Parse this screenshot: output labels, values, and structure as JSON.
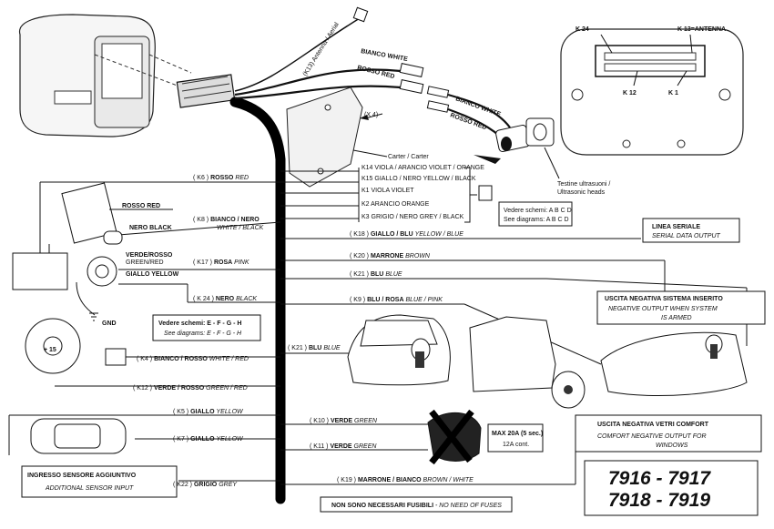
{
  "top": {
    "antenna": "(K13) Antenna / Aerial",
    "white": "BIANCO WHITE",
    "red": "ROSSO RED",
    "x4": "(X 4)",
    "white2": "BIANCO WHITE",
    "red2": "ROSSO RED",
    "carter": "Carter / Carter",
    "heads1": "Testine ultrasuoni /",
    "heads2": "Ultrasonic heads"
  },
  "connector": {
    "k24": "K 24",
    "k13": "K 13=ANTENNA",
    "k12": "K 12",
    "k1": "K 1"
  },
  "bundle": {
    "k14": "K14 VIOLA / ARANCIO VIOLET / ORANGE",
    "k15": "K15 GIALLO / NERO YELLOW / BLACK",
    "k1": "K1 VIOLA VIOLET",
    "k2": "K2 ARANCIO ORANGE",
    "k3": "K3 GRIGIO / NERO GREY / BLACK",
    "see1": "Vedere schemi: A B C D",
    "see2": "See diagrams: A B C D"
  },
  "left_wires": [
    {
      "code": "( K6 )",
      "it": "ROSSO",
      "en": "RED"
    },
    {
      "code": "( K8 )",
      "it": "BIANCO / NERO",
      "en": "WHITE / BLACK"
    },
    {
      "code": "( K17 )",
      "it": "ROSA",
      "en": "PINK"
    },
    {
      "code": "( K 24 )",
      "it": "NERO",
      "en": "BLACK"
    },
    {
      "code": "( K4 )",
      "it": "BIANCO / ROSSO",
      "en": "WHITE / RED"
    },
    {
      "code": "( K12 )",
      "it": "VERDE / ROSSO",
      "en": "GREEN / RED"
    },
    {
      "code": "( K5 )",
      "it": "GIALLO",
      "en": "YELLOW"
    },
    {
      "code": "( K7 )",
      "it": "GIALLO",
      "en": "YELLOW"
    },
    {
      "code": "( K22 )",
      "it": "GRIGIO",
      "en": "GREY"
    }
  ],
  "left_device_labels": {
    "rosso": "ROSSO RED",
    "nero": "NERO BLACK",
    "verde_rosso": "VERDE/ROSSO",
    "green_red": "GREEN/RED",
    "giallo": "GIALLO YELLOW",
    "gnd": "GND",
    "plus15": "+ 15"
  },
  "right_wires": [
    {
      "code": "( K18 )",
      "it": "GIALLO / BLU",
      "en": "YELLOW / BLUE"
    },
    {
      "code": "( K20 )",
      "it": "MARRONE",
      "en": "BROWN"
    },
    {
      "code": "( K21 )",
      "it": "BLU",
      "en": "BLUE"
    },
    {
      "code": "( K9 )",
      "it": "BLU / ROSA",
      "en": "BLUE / PINK"
    },
    {
      "code": "( K21 )",
      "it": "BLU",
      "en": "BLUE"
    },
    {
      "code": "( K10 )",
      "it": "VERDE",
      "en": "GREEN"
    },
    {
      "code": "( K11 )",
      "it": "VERDE",
      "en": "GREEN"
    },
    {
      "code": "( K19 )",
      "it": "MARRONE / BIANCO",
      "en": "BROWN / WHITE"
    }
  ],
  "boxes": {
    "serial_t": "LINEA SERIALE",
    "serial_s": "SERIAL DATA OUTPUT",
    "neg_t": "USCITA NEGATIVA SISTEMA INSERITO",
    "neg_s1": "NEGATIVE OUTPUT WHEN SYSTEM",
    "neg_s2": "IS ARMED",
    "efgh1": "Vedere schemi:  E - F - G - H",
    "efgh2": "See diagrams:  E - F - G - H",
    "comfort_t": "USCITA NEGATIVA VETRI COMFORT",
    "comfort_s1": "COMFORT NEGATIVE OUTPUT FOR",
    "comfort_s2": "WINDOWS",
    "sensor_t": "INGRESSO SENSORE AGGIUNTIVO",
    "sensor_s": "ADDITIONAL SENSOR INPUT",
    "fuse1": "MAX 20A (5 sec.)",
    "fuse2": "12A cont.",
    "nofuse_a": "NON SONO NECESSARI FUSIBILI",
    "nofuse_b": " - NO NEED OF FUSES"
  },
  "models": {
    "line1": "7916  -  7917",
    "line2": "7918  -  7919"
  }
}
